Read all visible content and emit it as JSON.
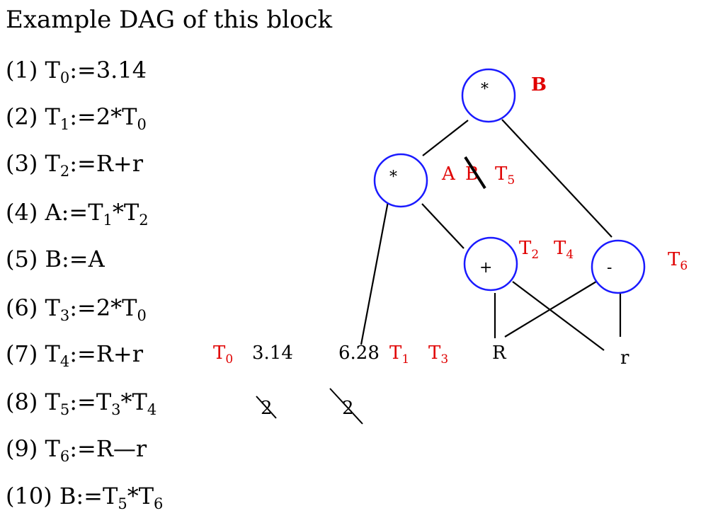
{
  "title": "Example DAG of this block",
  "code_lines": [
    {
      "num": "(1)",
      "parts": [
        [
          "T",
          ""
        ],
        [
          "0",
          "sub"
        ],
        [
          ":=3.14",
          ""
        ]
      ]
    },
    {
      "num": "(2)",
      "parts": [
        [
          "T",
          ""
        ],
        [
          "1",
          "sub"
        ],
        [
          ":=2*T",
          ""
        ],
        [
          "0",
          "sub"
        ]
      ]
    },
    {
      "num": "(3)",
      "parts": [
        [
          "T",
          ""
        ],
        [
          "2",
          "sub"
        ],
        [
          ":=R+r",
          ""
        ]
      ]
    },
    {
      "num": "(4)",
      "parts": [
        [
          "A:=T",
          ""
        ],
        [
          "1",
          "sub"
        ],
        [
          "*T",
          ""
        ],
        [
          "2",
          "sub"
        ]
      ]
    },
    {
      "num": "(5)",
      "parts": [
        [
          "B:=A",
          ""
        ]
      ]
    },
    {
      "num": "(6)",
      "parts": [
        [
          "T",
          ""
        ],
        [
          "3",
          "sub"
        ],
        [
          ":=2*T",
          ""
        ],
        [
          "0",
          "sub"
        ]
      ]
    },
    {
      "num": "(7)",
      "parts": [
        [
          "T",
          ""
        ],
        [
          "4",
          "sub"
        ],
        [
          ":=R+r",
          ""
        ]
      ]
    },
    {
      "num": "(8)",
      "parts": [
        [
          "T",
          ""
        ],
        [
          "5",
          "sub"
        ],
        [
          ":=T",
          ""
        ],
        [
          "3",
          "sub"
        ],
        [
          "*T",
          ""
        ],
        [
          "4",
          "sub"
        ]
      ]
    },
    {
      "num": "(9)",
      "parts": [
        [
          "T",
          ""
        ],
        [
          "6",
          "sub"
        ],
        [
          ":=R—r",
          ""
        ]
      ]
    },
    {
      "num": "(10)",
      "parts": [
        [
          "B:=T",
          ""
        ],
        [
          "5",
          "sub"
        ],
        [
          "*T",
          ""
        ],
        [
          "6",
          "sub"
        ]
      ]
    }
  ],
  "dag": {
    "nodes": {
      "mul_top": {
        "op": "*"
      },
      "mul_left": {
        "op": "*"
      },
      "plus": {
        "op": "+"
      },
      "minus": {
        "op": "-"
      }
    },
    "labels": {
      "b_top": "B",
      "a": "A",
      "b_struck": "B",
      "t5": "T5",
      "t2": "T2",
      "t4": "T4",
      "t6": "T6",
      "t0": "T0",
      "val_314": "3.14",
      "val_628": "6.28",
      "t1": "T1",
      "t3": "T3",
      "leaf_r_upper": "R",
      "leaf_r_lower": "r",
      "struck_two_a": "2",
      "struck_two_b": "2"
    }
  },
  "colors": {
    "node_stroke": "#1a1aff",
    "label_red": "#e00000",
    "text": "#000000"
  }
}
